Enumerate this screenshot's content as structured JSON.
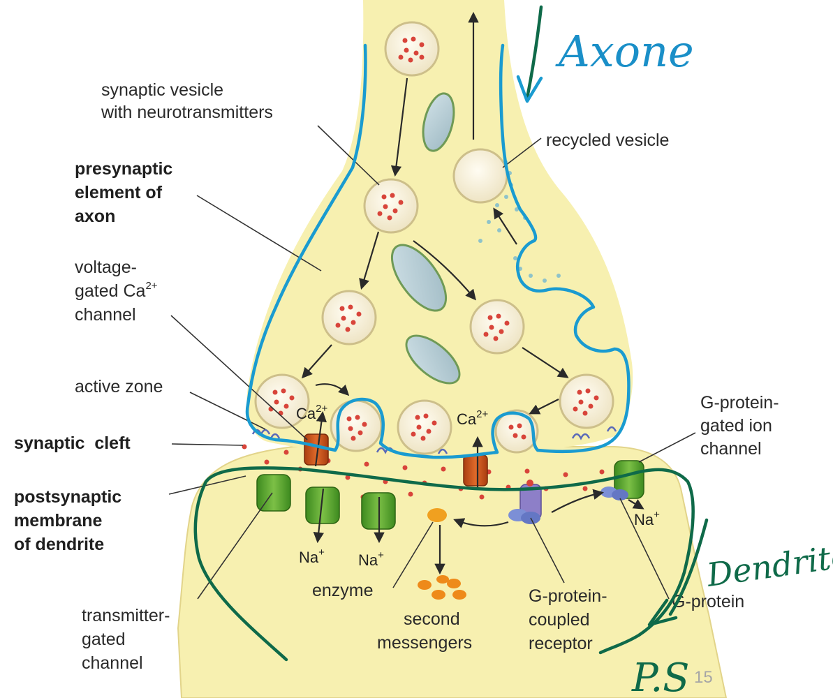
{
  "labels": {
    "synaptic_vesicle": [
      "synaptic vesicle",
      "with neurotransmitters"
    ],
    "recycled_vesicle": "recycled vesicle",
    "presynaptic_element": [
      "presynaptic",
      "element of",
      "axon"
    ],
    "voltage_gated_channel": [
      "voltage-",
      "gated Ca",
      "2+",
      "channel"
    ],
    "active_zone": "active zone",
    "synaptic_cleft": "synaptic  cleft",
    "postsynaptic_membrane": [
      "postsynaptic",
      "membrane",
      "of dendrite"
    ],
    "g_protein_gated_channel": [
      "G-protein-",
      "gated ion",
      "channel"
    ],
    "transmitter_gated_channel": [
      "transmitter-",
      "gated",
      "channel"
    ],
    "enzyme": "enzyme",
    "second_messengers": [
      "second",
      "messengers"
    ],
    "g_protein_coupled_receptor": [
      "G-protein-",
      "coupled",
      "receptor"
    ],
    "g_protein": "G-protein"
  },
  "ions": {
    "ca_left": [
      "Ca",
      "2+"
    ],
    "ca_right": [
      "Ca",
      "2+"
    ],
    "na_1": [
      "Na",
      "+"
    ],
    "na_2": [
      "Na",
      "+"
    ],
    "na_3": [
      "Na",
      "+"
    ]
  },
  "handwriting": {
    "axon": "Axone",
    "dendrites": "Dendrites",
    "ps": "P.S"
  },
  "page_number": "15",
  "colors": {
    "cell_fill": "#f7f0b0",
    "vesicle_fill": "#fbf6e4",
    "neurotransmitter": "#d8443a",
    "ca_channel": "#c9541c",
    "receptor_green": "#5aa82e",
    "g_protein_blue": "#7c8fd6",
    "annotation_blue": "#1a8fc8",
    "annotation_green": "#0f6a49"
  }
}
